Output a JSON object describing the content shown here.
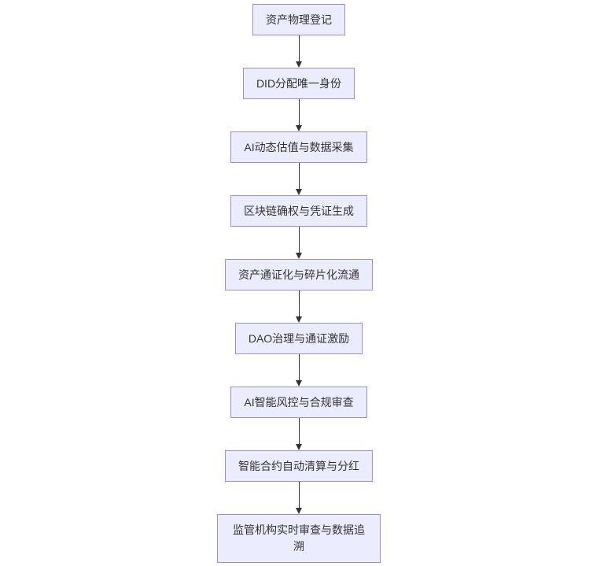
{
  "diagram": {
    "type": "flowchart",
    "direction": "top-down",
    "nodes": [
      "资产物理登记",
      "DID分配唯一身份",
      "AI动态估值与数据采集",
      "区块链确权与凭证生成",
      "资产通证化与碎片化流通",
      "DAO治理与通证激励",
      "AI智能风控与合规审查",
      "智能合约自动清算与分红",
      "监管机构实时审查与数据追溯"
    ],
    "edges": [
      [
        0,
        1
      ],
      [
        1,
        2
      ],
      [
        2,
        3
      ],
      [
        3,
        4
      ],
      [
        4,
        5
      ],
      [
        5,
        6
      ],
      [
        6,
        7
      ],
      [
        7,
        8
      ]
    ],
    "colors": {
      "background": "#ffffff",
      "node-fill": "#ececff",
      "node-border": "#9c8ed8",
      "text-color": "#333333",
      "arrow-color": "#333333"
    }
  }
}
